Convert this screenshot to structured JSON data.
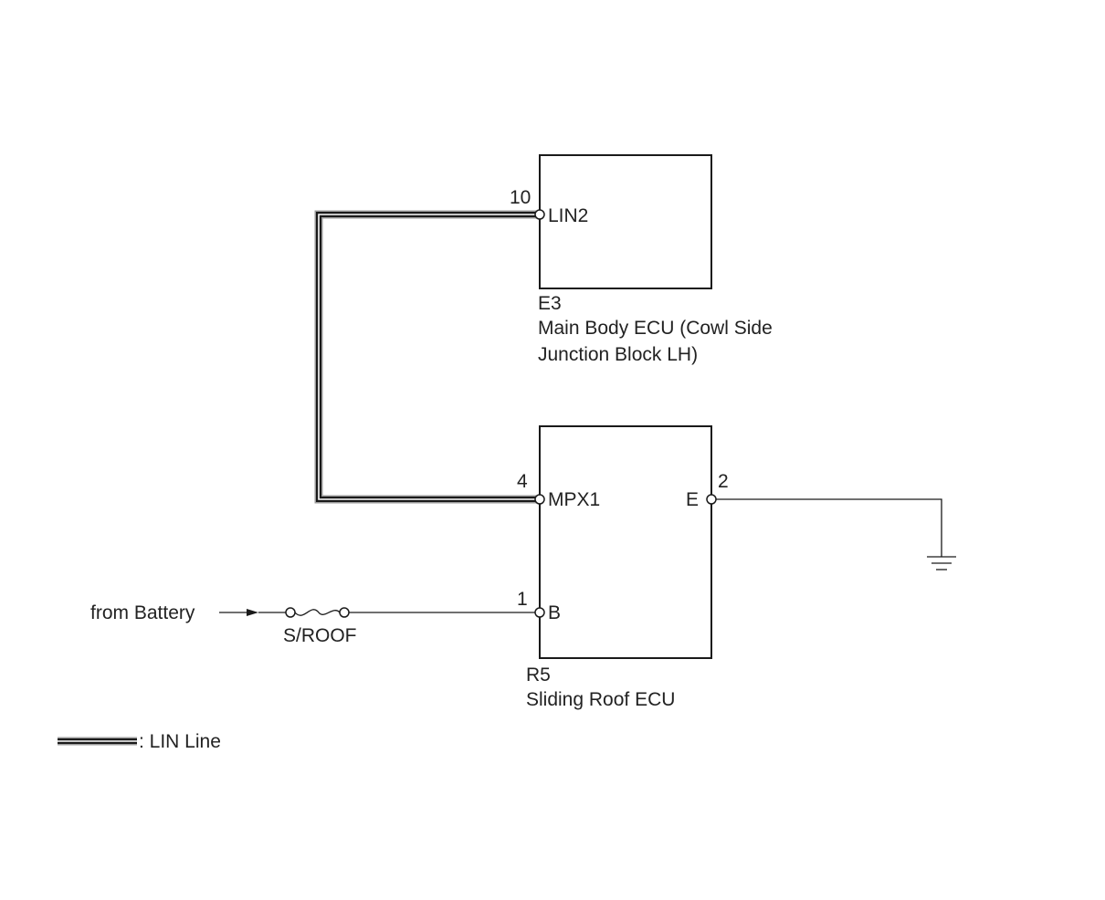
{
  "components": {
    "e3": {
      "code": "E3",
      "name_line1": "Main Body ECU (Cowl Side",
      "name_line2": "Junction Block LH)",
      "pin_lin2": {
        "number": "10",
        "label": "LIN2"
      }
    },
    "r5": {
      "code": "R5",
      "name": "Sliding Roof ECU",
      "pin_mpx1": {
        "number": "4",
        "label": "MPX1"
      },
      "pin_e": {
        "number": "2",
        "label": "E"
      },
      "pin_b": {
        "number": "1",
        "label": "B"
      }
    }
  },
  "source": {
    "label": "from Battery"
  },
  "fuse": {
    "label": "S/ROOF"
  },
  "ground": {
    "icon": "ground-icon"
  },
  "legend": {
    "label": ": LIN Line"
  },
  "colors": {
    "line": "#1a1a1a",
    "lin_outline": "#9a9a9a",
    "background": "#ffffff"
  }
}
